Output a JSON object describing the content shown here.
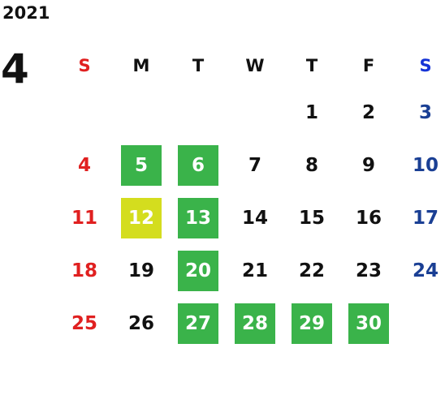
{
  "year": "2021",
  "month": "4",
  "weekdays": [
    "S",
    "M",
    "T",
    "W",
    "T",
    "F",
    "S"
  ],
  "weeks": [
    [
      "",
      "",
      "",
      "",
      "1",
      "2",
      "3"
    ],
    [
      "4",
      "5",
      "6",
      "7",
      "8",
      "9",
      "10"
    ],
    [
      "11",
      "12",
      "13",
      "14",
      "15",
      "16",
      "17"
    ],
    [
      "18",
      "19",
      "20",
      "21",
      "22",
      "23",
      "24"
    ],
    [
      "25",
      "26",
      "27",
      "28",
      "29",
      "30",
      ""
    ]
  ],
  "highlights": {
    "green_days": [
      "5",
      "6",
      "13",
      "20",
      "27",
      "28",
      "29",
      "30"
    ],
    "yellow_days": [
      "12"
    ]
  },
  "colors": {
    "sunday": "#e02020",
    "saturday": "#1a3f94",
    "green": "#3ab34a",
    "yellow": "#d4dd1e"
  }
}
